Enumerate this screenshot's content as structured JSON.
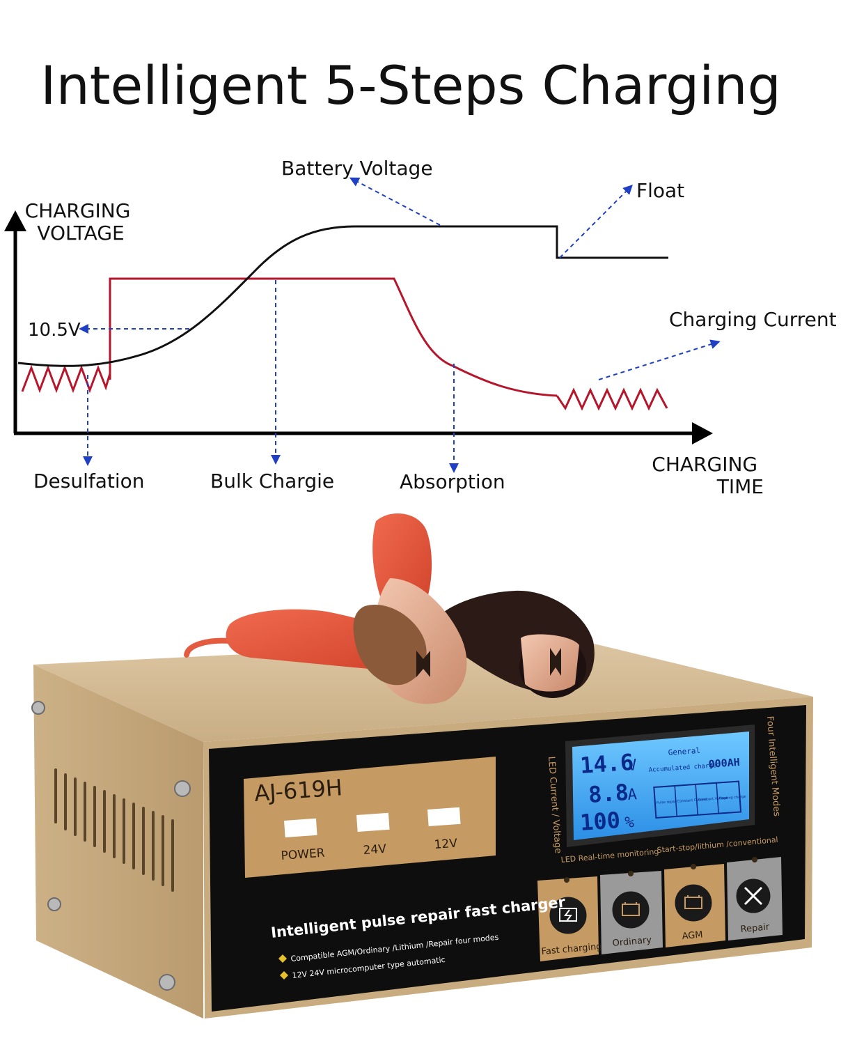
{
  "title": "Intelligent 5-Steps Charging",
  "diagram": {
    "y_axis_label": [
      "CHARGING",
      "VOLTAGE"
    ],
    "x_axis_label": [
      "CHARGING",
      "TIME"
    ],
    "voltage_threshold": "10.5V",
    "battery_voltage_label": "Battery Voltage",
    "float_label": "Float",
    "charging_current_label": "Charging Current",
    "stages": [
      "Desulfation",
      "Bulk Chargie",
      "Absorption"
    ],
    "colors": {
      "voltage_curve": "#111111",
      "current_curve": "#b5162b",
      "arrows": "#1f3fc4"
    }
  },
  "product": {
    "model": "AJ-619H",
    "indicators": [
      "POWER",
      "24V",
      "12V"
    ],
    "lcd": {
      "voltage": "14.6",
      "voltage_unit": "V",
      "current": "8.8",
      "current_unit": "A",
      "percent": "100",
      "percent_unit": "%",
      "mode_line": "General",
      "accumulated_label": "Accumulated charge",
      "accumulated_value": "000AH",
      "stage_cells": [
        "Pulse repair",
        "Constant Current",
        "Constant Voltage",
        "Floating charge"
      ]
    },
    "side_left_text": "LED Current / Voltage",
    "side_right_text": "Four Intelligent Modes",
    "monitor_caption": "LED Real-time monitoring",
    "mode_caption": "Start-stop/lithium /conventional",
    "modes": [
      "Fast charging",
      "Ordinary",
      "AGM",
      "Repair"
    ],
    "product_name": "Intelligent pulse repair fast charger",
    "features": [
      "Compatible AGM/Ordinary /Lithium /Repair four modes",
      "12V 24V microcomputer type automatic"
    ]
  }
}
